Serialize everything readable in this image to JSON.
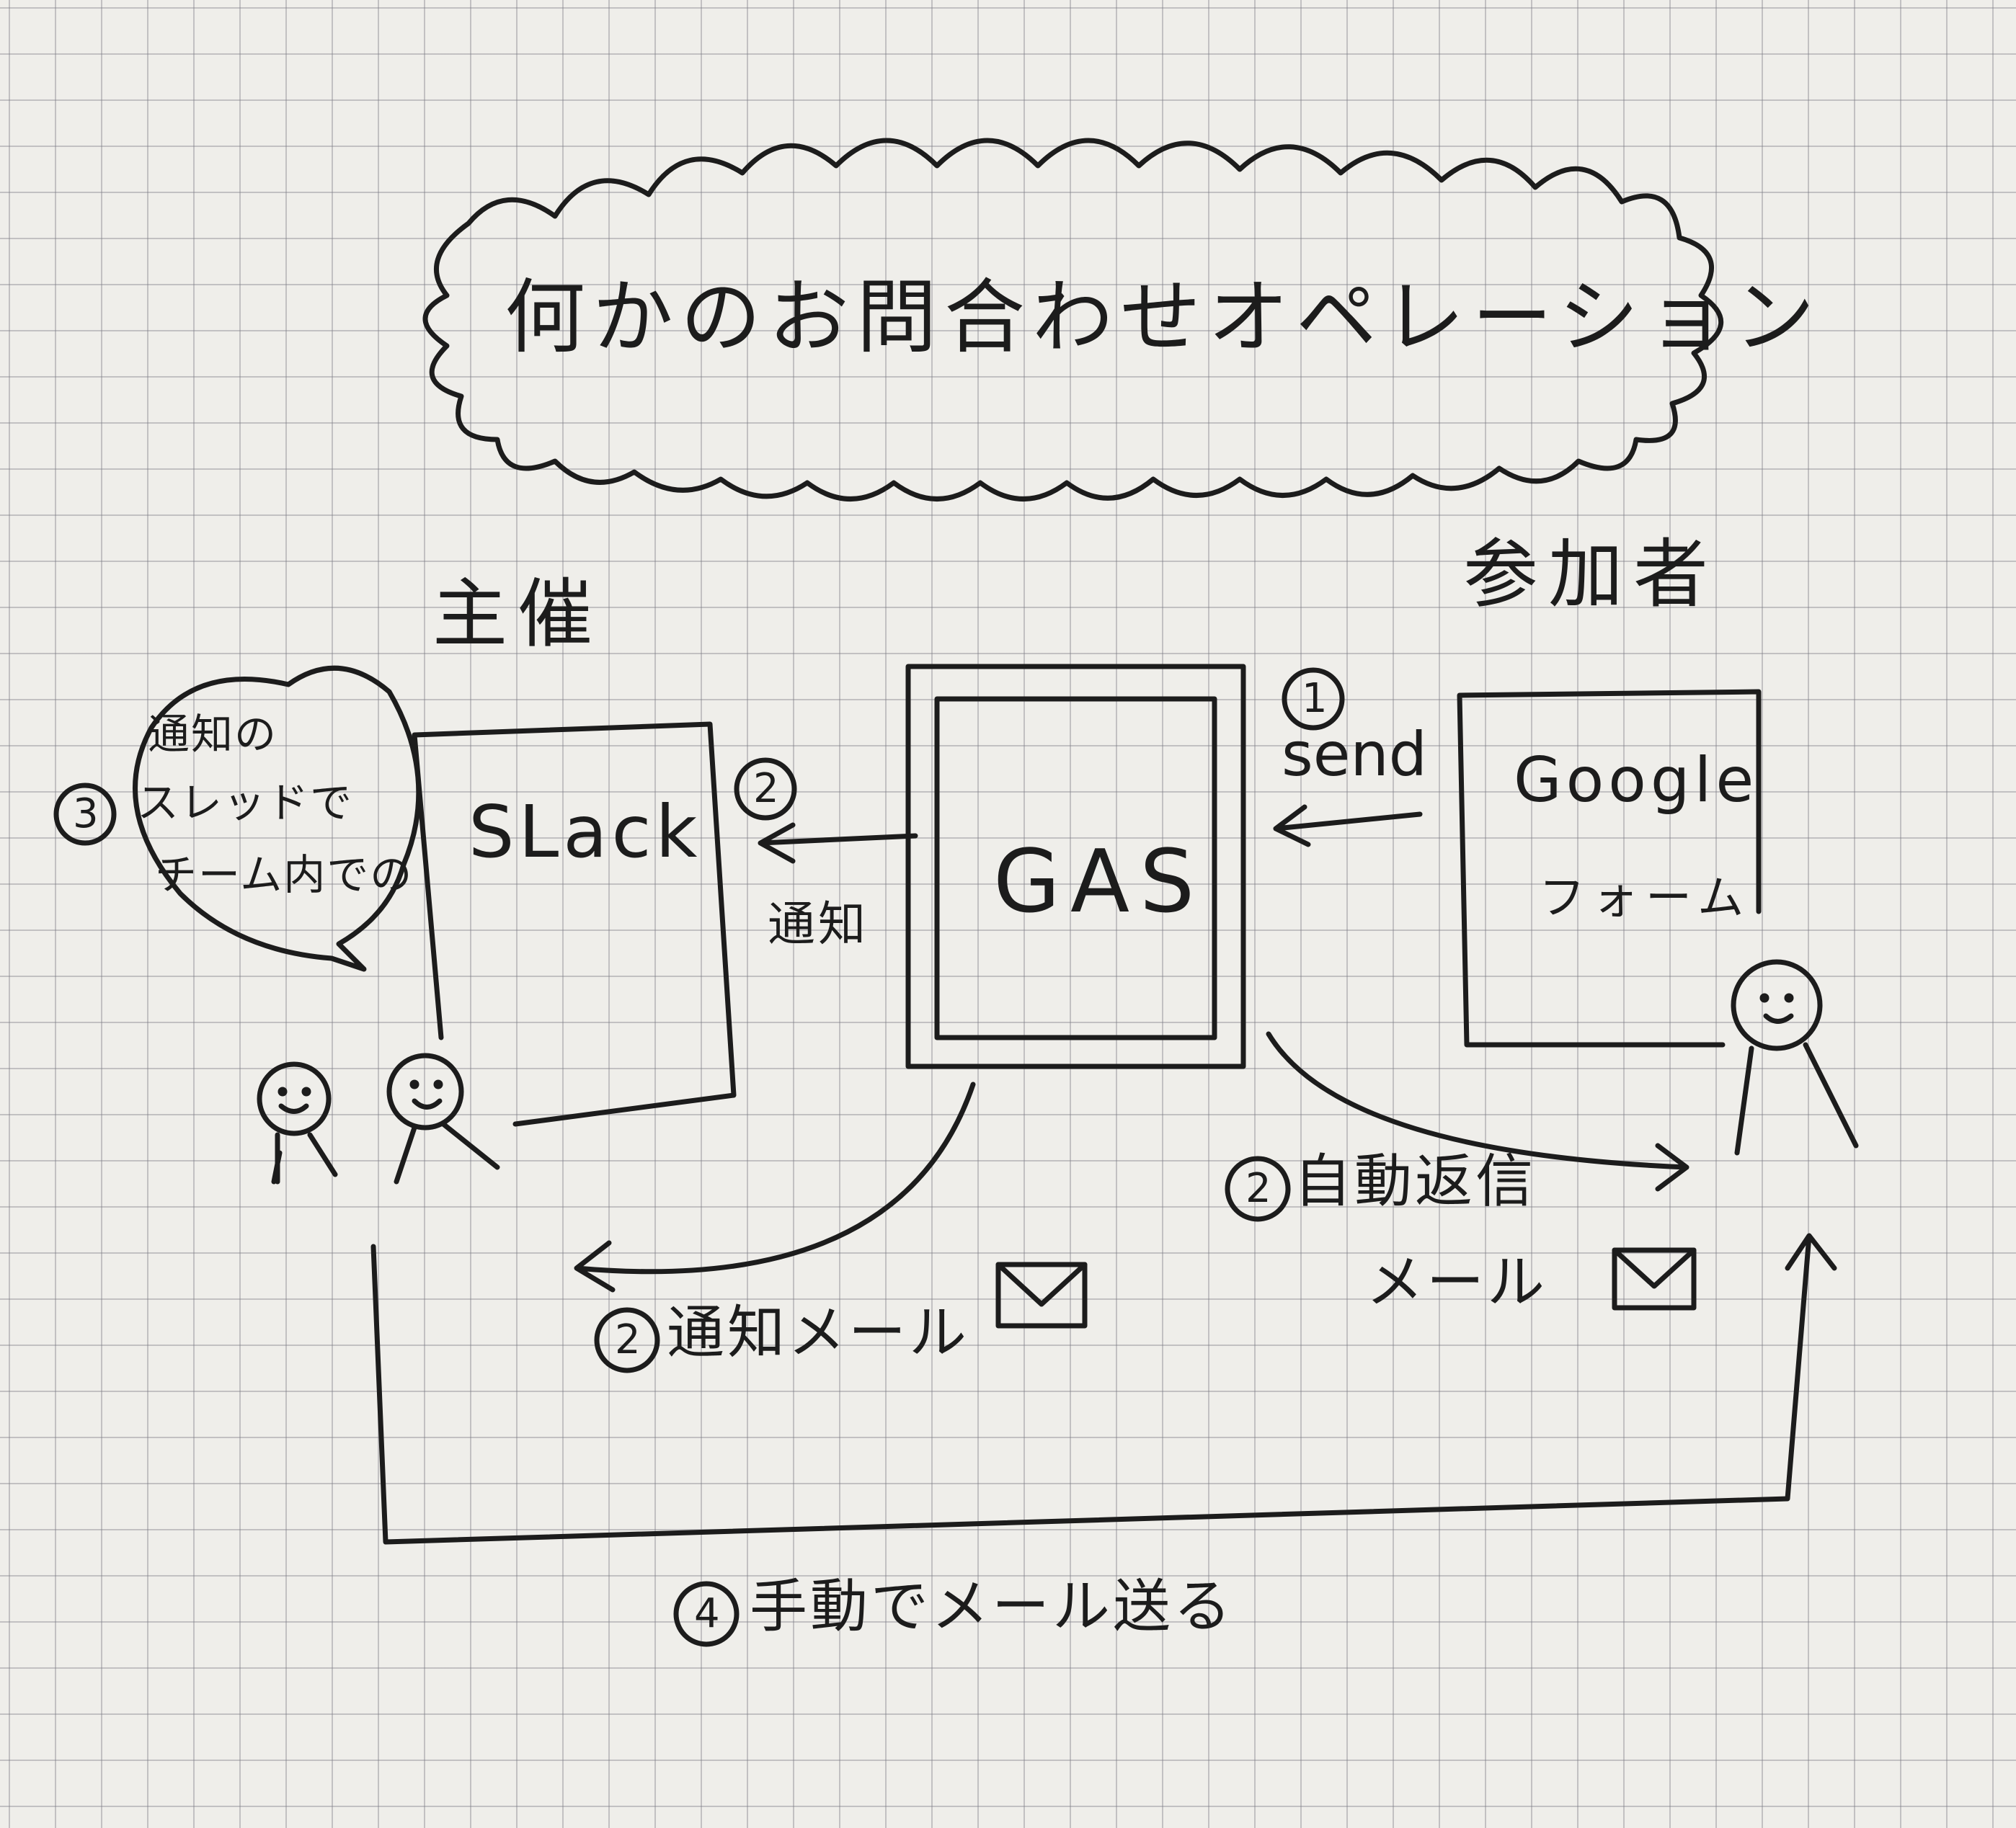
{
  "title": "何かのお問合わせオペレーション",
  "roles": {
    "organizer": "主催",
    "participant": "参加者"
  },
  "boxes": {
    "slack": "SLack",
    "gas": "GAS",
    "google_line1": "Google",
    "google_line2": "フォーム"
  },
  "step1": {
    "number": "1",
    "label": "send"
  },
  "step2_slack": {
    "number": "2",
    "label": "通知"
  },
  "step2_mail": {
    "number": "2",
    "label": "通知メール"
  },
  "step2_auto": {
    "number": "2",
    "label_line1": "自動返信",
    "label_line2": "メール"
  },
  "step3": {
    "number": "3",
    "bubble_line1": "通知の",
    "bubble_line2": "スレッドで",
    "bubble_line3": "チーム内での"
  },
  "step4": {
    "number": "4",
    "label": "手動でメール送る"
  },
  "icons": [
    "mail-icon",
    "person-icon",
    "arrow-icon",
    "circled-number-icon",
    "speech-bubble-icon",
    "cloud-burst-frame"
  ],
  "colors": {
    "ink": "#1c1c1c",
    "paper": "#efeeea",
    "grid": "#8a8a94"
  }
}
